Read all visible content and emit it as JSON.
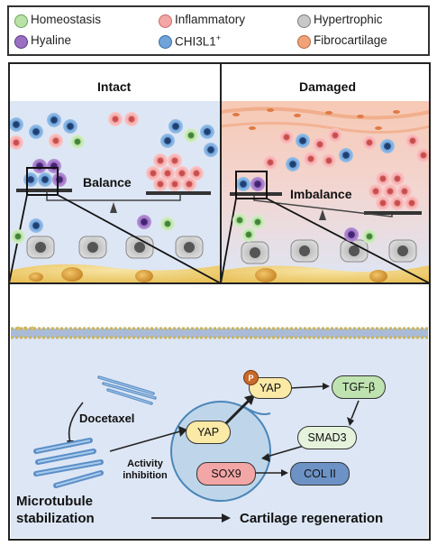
{
  "legend": {
    "items": [
      {
        "label": "Homeostasis",
        "color": "#b8e2a6"
      },
      {
        "label": "Inflammatory",
        "color": "#f4a6a6"
      },
      {
        "label": "Hypertrophic",
        "color": "#c8c8c8"
      },
      {
        "label": "Hyaline",
        "color": "#9b6fc2"
      },
      {
        "label": "CHI3L1",
        "sup": "+",
        "color": "#6fa3d9"
      },
      {
        "label": "Fibrocartilage",
        "color": "#f0a27a"
      }
    ]
  },
  "panels": {
    "intact": {
      "title": "Intact",
      "balance_label": "Balance"
    },
    "damaged": {
      "title": "Damaged",
      "balance_label": "Imbalance"
    }
  },
  "mechanism": {
    "drug": "Docetaxel",
    "activity_label": "Activity\ninhibition",
    "microtubule_label": "Microtubule\nstabilization",
    "outcome": "Cartilage regeneration",
    "nodes": {
      "yap_cell": "YAP",
      "p": "P",
      "yap_p": "YAP",
      "tgf": "TGF-β",
      "smad3": "SMAD3",
      "sox9": "SOX9",
      "col2": "COL II"
    }
  },
  "colors": {
    "cartilage_bg": "#dde6f5",
    "bone": "#f3d98c",
    "cell_box_bg": "#cfe0f0",
    "membrane": "#a9bbd8",
    "yap": "#fbe9a6",
    "tgf": "#bfe3b0",
    "smad3": "#e5f3dc",
    "sox9": "#f3a6a6",
    "col2": "#6d93c6"
  }
}
